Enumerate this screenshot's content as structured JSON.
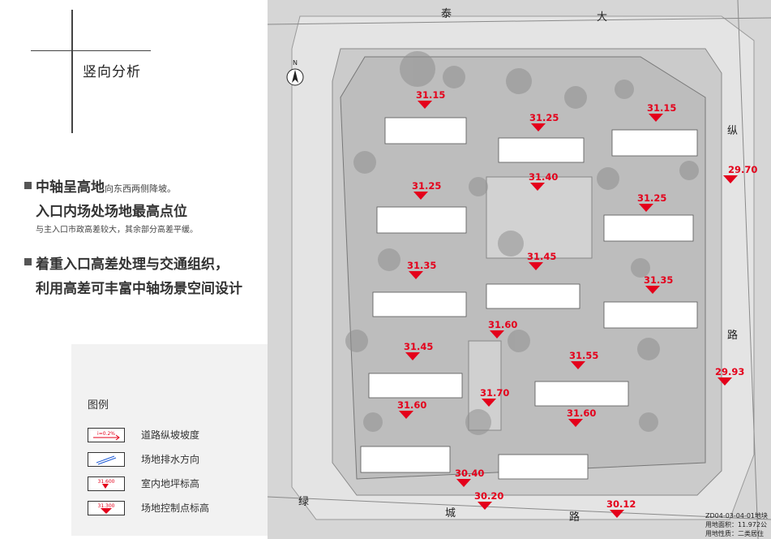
{
  "page": {
    "title": "竖向分析",
    "points": [
      {
        "headline": "中轴呈高地",
        "detail": "向东西两侧降坡。"
      },
      {
        "headline": "入口内场处场地最高点位",
        "detail": ""
      },
      {
        "headline": "",
        "detail": "与主入口市政高差较大，其余部分高差平缓。"
      },
      {
        "headline": "着重入口高差处理与交通组织，",
        "detail": ""
      },
      {
        "headline": "利用高差可丰富中轴场景空间设计",
        "detail": ""
      }
    ]
  },
  "legend": {
    "title": "图例",
    "items": [
      {
        "label": "道路纵坡坡度",
        "icon": "slope-arrow-icon",
        "sample": "i=0.2%"
      },
      {
        "label": "场地排水方向",
        "icon": "drainage-arrow-icon",
        "sample": ""
      },
      {
        "label": "室内地坪标高",
        "icon": "indoor-elevation-icon",
        "sample": "31.600"
      },
      {
        "label": "场地控制点标高",
        "icon": "site-elevation-icon",
        "sample": "31.300"
      }
    ]
  },
  "plan": {
    "north": "N",
    "roads": {
      "north_1": "泰",
      "north_2": "大",
      "east_1": "纵",
      "east_2": "路",
      "south_1": "绿",
      "south_2": "城",
      "south_3": "路"
    },
    "elevations": [
      "31.15",
      "31.25",
      "31.15",
      "29.70",
      "31.40",
      "31.25",
      "31.25",
      "31.45",
      "31.35",
      "31.35",
      "31.60",
      "31.45",
      "31.55",
      "29.93",
      "31.70",
      "31.60",
      "31.60",
      "30.40",
      "30.20",
      "30.12"
    ],
    "info": [
      "ZD04-03-04-01地块",
      "用地面积：11.972公",
      "用地性质：二类居住"
    ]
  },
  "colors": {
    "accent": "#e4001b",
    "plan_bg": "#d6d6d6",
    "building": "#ffffff"
  }
}
